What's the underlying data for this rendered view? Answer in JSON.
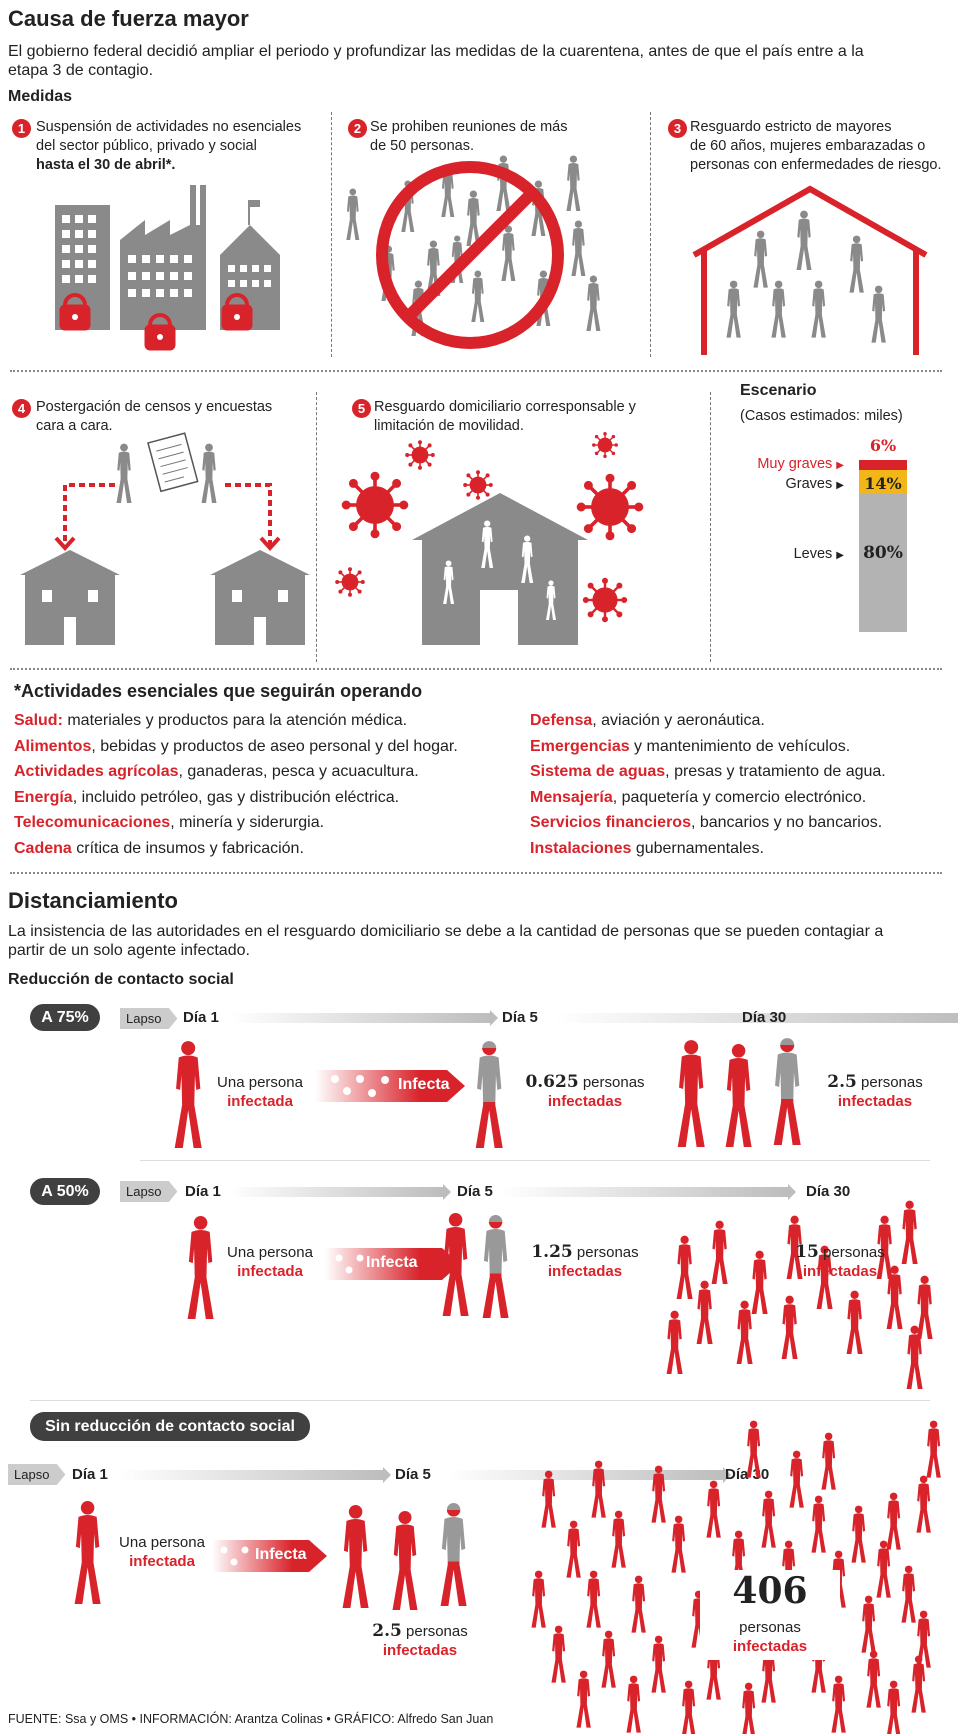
{
  "header": {
    "title": "Causa de fuerza mayor",
    "intro": "El gobierno federal decidió ampliar el periodo y profundizar las medidas de la cuarentena, antes de que el país entre a la etapa 3 de contagio."
  },
  "medidas": {
    "heading": "Medidas",
    "items": [
      {
        "num": "1",
        "line1": "Suspensión de actividades no esenciales",
        "line2": "del sector público, privado y social",
        "line3": "hasta el 30 de abril*."
      },
      {
        "num": "2",
        "line1": "Se prohiben reuniones de más",
        "line2": "de 50 personas."
      },
      {
        "num": "3",
        "line1": "Resguardo estricto de mayores",
        "line2": "de 60 años, mujeres embarazadas o",
        "line3": "personas con enfermedades de riesgo."
      },
      {
        "num": "4",
        "line1": "Postergación de censos y encuestas",
        "line2": "cara a cara."
      },
      {
        "num": "5",
        "line1": "Resguardo domiciliario corresponsable y",
        "line2": "limitación de movilidad."
      }
    ]
  },
  "escenario": {
    "title": "Escenario",
    "subtitle": "(Casos estimados: miles)",
    "levels": [
      {
        "label": "Muy graves",
        "value": "6%",
        "pct": 6,
        "color": "#d9232b"
      },
      {
        "label": "Graves",
        "value": "14%",
        "pct": 14,
        "color": "#f2b619"
      },
      {
        "label": "Leves",
        "value": "80%",
        "pct": 80,
        "color": "#b3b3b3"
      }
    ]
  },
  "esenciales": {
    "title": "*Actividades esenciales que seguirán operando",
    "left": [
      {
        "k": "Salud:",
        "t": " materiales y productos para la atención médica."
      },
      {
        "k": "Alimentos",
        "t": ", bebidas y productos de aseo personal y del hogar."
      },
      {
        "k": "Actividades agrícolas",
        "t": ", ganaderas, pesca y acuacultura."
      },
      {
        "k": "Energía",
        "t": ", incluido petróleo, gas y distribución eléctrica."
      },
      {
        "k": "Telecomunicaciones",
        "t": ", minería y siderurgia."
      },
      {
        "k": "Cadena",
        "t": " crítica de insumos y fabricación."
      }
    ],
    "right": [
      {
        "k": "Defensa",
        "t": ", aviación y aeronáutica."
      },
      {
        "k": "Emergencias",
        "t": " y mantenimiento de vehículos."
      },
      {
        "k": "Sistema de aguas",
        "t": ", presas y tratamiento de agua."
      },
      {
        "k": "Mensajería",
        "t": ", paquetería y comercio electrónico."
      },
      {
        "k": "Servicios financieros",
        "t": ", bancarios y no bancarios."
      },
      {
        "k": "Instalaciones",
        "t": " gubernamentales."
      }
    ]
  },
  "distanciamiento": {
    "title": "Distanciamiento",
    "intro": "La insistencia de las autoridades en el resguardo domiciliario se debe a la cantidad de personas que se pueden contagiar a partir de un solo agente infectado.",
    "subheading": "Reducción de contacto social",
    "lapso": "Lapso",
    "infecta": "Infecta",
    "una_persona": "Una persona",
    "infectada": "infectada",
    "personas": "personas",
    "infectadas": "infectadas",
    "scenarios": [
      {
        "pill": "A 75%",
        "d1": "Día 1",
        "d2": "Día 5",
        "d3": "Día 30",
        "v5": "0.625",
        "v30": "2.5"
      },
      {
        "pill": "A 50%",
        "d1": "Día 1",
        "d2": "Día 5",
        "d3": "Día 30",
        "v5": "1.25",
        "v30": "15"
      },
      {
        "pill": "Sin reducción de contacto social",
        "d1": "Día 1",
        "d2": "Día 5",
        "d3": "Día 30",
        "v5": "2.5",
        "v30": "406"
      }
    ]
  },
  "footer": "FUENTE: Ssa y OMS • INFORMACIÓN: Arantza Colinas • GRÁFICO: Alfredo San Juan",
  "colors": {
    "accent": "#d9232b",
    "gray": "#8a8a8a",
    "dark": "#404040",
    "yellow": "#f2b619"
  }
}
